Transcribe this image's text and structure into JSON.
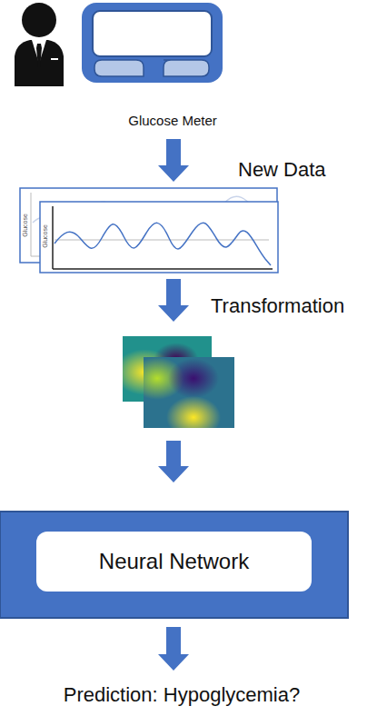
{
  "diagram": {
    "nodes": [
      {
        "text": [
          "Neural Network"
        ]
      }
    ],
    "labels": [
      "Glucose Meter",
      "New Data",
      "Glucose",
      "Glucose",
      "Transformation",
      "Prediction: Hypoglycemia?"
    ]
  }
}
